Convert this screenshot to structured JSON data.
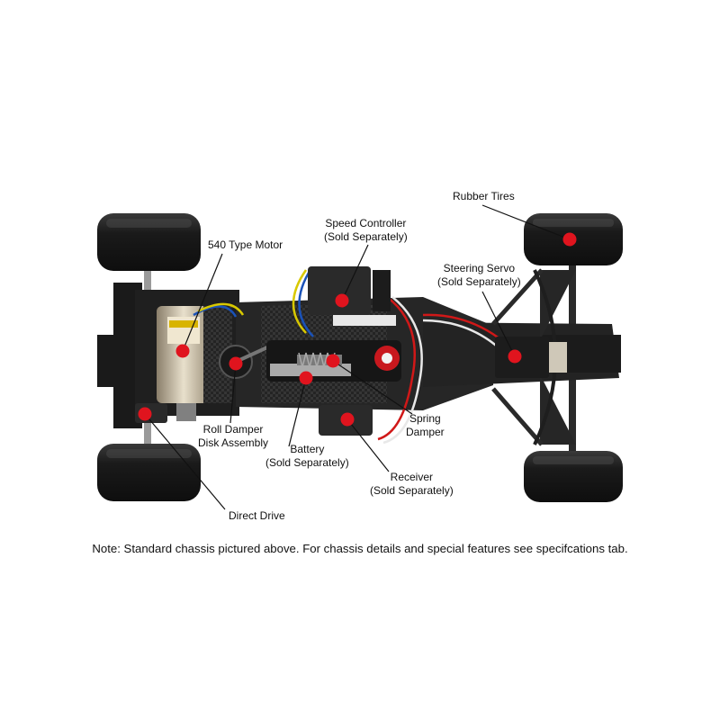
{
  "labels": {
    "motor": "540 Type Motor",
    "speed_controller": [
      "Speed Controller",
      "(Sold Separately)"
    ],
    "rubber_tires": "Rubber Tires",
    "steering_servo": [
      "Steering Servo",
      "(Sold Separately)"
    ],
    "roll_damper": [
      "Roll Damper",
      "Disk Assembly"
    ],
    "spring_damper": [
      "Spring",
      "Damper"
    ],
    "battery": [
      "Battery",
      "(Sold Separately)"
    ],
    "receiver": [
      "Receiver",
      "(Sold Separately)"
    ],
    "direct_drive": "Direct Drive"
  },
  "note": "Note: Standard chassis pictured above. For chassis details and special features see specifcations tab.",
  "colors": {
    "callout": "#e0141e",
    "tire": "#1c1c1c",
    "chassis": "#202020",
    "carbon": "#2e2e2e"
  }
}
